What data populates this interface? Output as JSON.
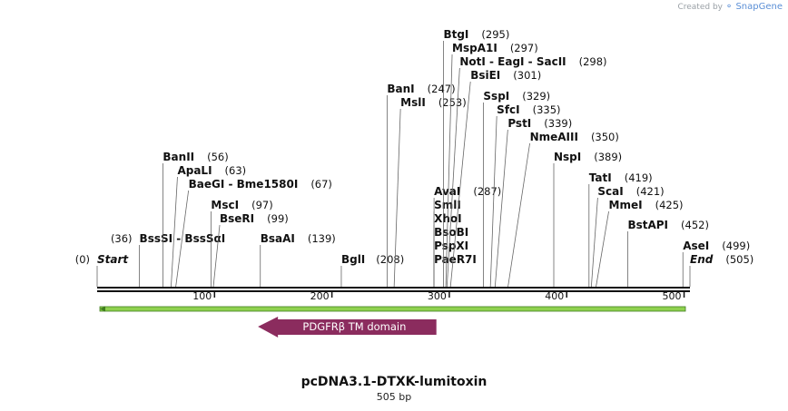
{
  "credit": {
    "prefix": "Created by",
    "brand": "SnapGene"
  },
  "title": "pcDNA3.1-DTXK-lumitoxin",
  "length_label": "505 bp",
  "sequence": {
    "start": 0,
    "end": 505
  },
  "ticks": [
    100,
    200,
    300,
    400,
    500
  ],
  "feature": {
    "label": "PDGFRβ TM domain",
    "start": 137,
    "end": 289,
    "color": "#8b2c5e"
  },
  "sites": [
    {
      "name": "Start",
      "pos": "(0)",
      "at": 0,
      "italic": true,
      "pos_left": true
    },
    {
      "name": "BssSI  -  BssSαI",
      "pos": "(36)",
      "at": 36,
      "pos_left": true
    },
    {
      "name": "BanII",
      "pos": "(56)",
      "at": 56
    },
    {
      "name": "ApaLI",
      "pos": "(63)",
      "at": 63
    },
    {
      "name": "BaeGI  -  Bme1580I",
      "pos": "(67)",
      "at": 67
    },
    {
      "name": "MscI",
      "pos": "(97)",
      "at": 97
    },
    {
      "name": "BseRI",
      "pos": "(99)",
      "at": 99
    },
    {
      "name": "BsaAI",
      "pos": "(139)",
      "at": 139
    },
    {
      "name": "BglI",
      "pos": "(208)",
      "at": 208
    },
    {
      "name": "BanI",
      "pos": "(247)",
      "at": 247
    },
    {
      "name": "MslI",
      "pos": "(253)",
      "at": 253
    },
    {
      "name": "AvaI",
      "pos": "(287)",
      "at": 287
    },
    {
      "name": "SmlI",
      "pos": "",
      "at": 287
    },
    {
      "name": "XhoI",
      "pos": "",
      "at": 287
    },
    {
      "name": "BsoBI",
      "pos": "",
      "at": 287
    },
    {
      "name": "PspXI",
      "pos": "",
      "at": 287
    },
    {
      "name": "PaeR7I",
      "pos": "",
      "at": 287
    },
    {
      "name": "BtgI",
      "pos": "(295)",
      "at": 295
    },
    {
      "name": "MspA1I",
      "pos": "(297)",
      "at": 297
    },
    {
      "name": "NotI  -  EagI  -  SacII",
      "pos": "(298)",
      "at": 298
    },
    {
      "name": "BsiEI",
      "pos": "(301)",
      "at": 301
    },
    {
      "name": "SspI",
      "pos": "(329)",
      "at": 329
    },
    {
      "name": "SfcI",
      "pos": "(335)",
      "at": 335
    },
    {
      "name": "PstI",
      "pos": "(339)",
      "at": 339
    },
    {
      "name": "NmeAIII",
      "pos": "(350)",
      "at": 350
    },
    {
      "name": "NspI",
      "pos": "(389)",
      "at": 389
    },
    {
      "name": "TatI",
      "pos": "(419)",
      "at": 419
    },
    {
      "name": "ScaI",
      "pos": "(421)",
      "at": 421
    },
    {
      "name": "MmeI",
      "pos": "(425)",
      "at": 425
    },
    {
      "name": "BstAPI",
      "pos": "(452)",
      "at": 452
    },
    {
      "name": "AseI",
      "pos": "(499)",
      "at": 499
    },
    {
      "name": "End",
      "pos": "(505)",
      "at": 505,
      "italic": true
    }
  ]
}
